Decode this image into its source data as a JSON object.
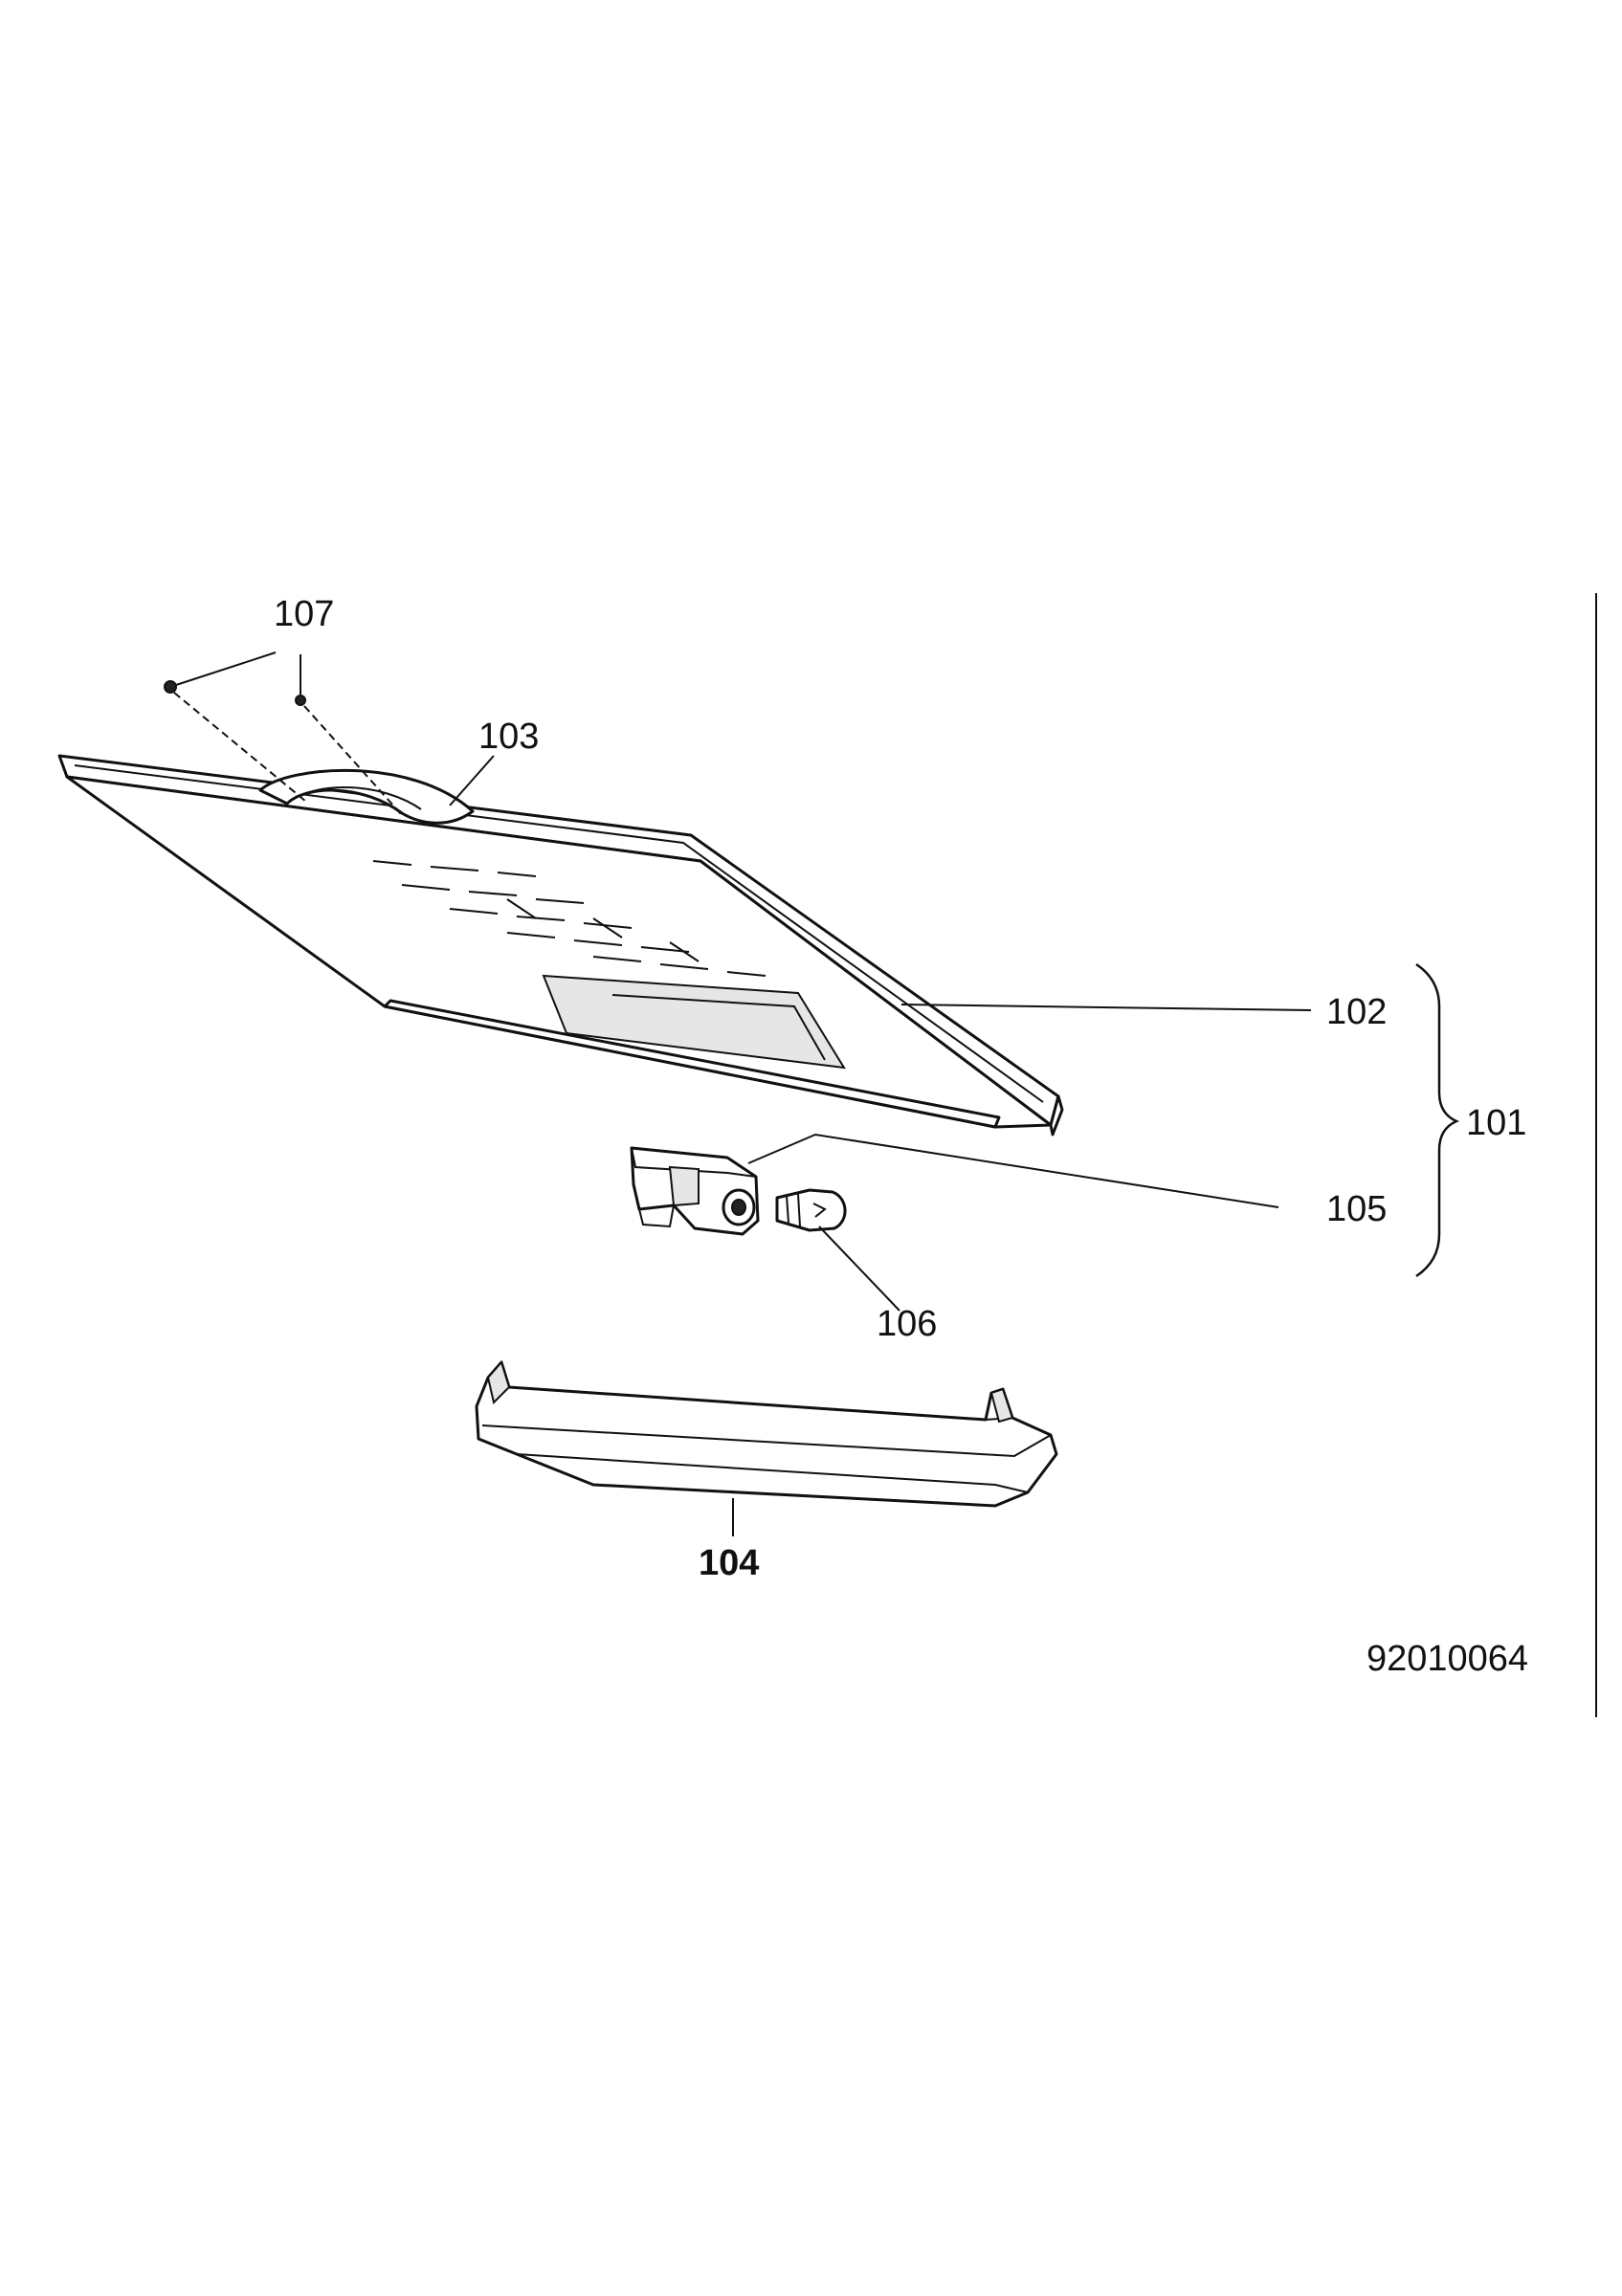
{
  "diagram": {
    "drawing_number": "92010064",
    "callouts": [
      {
        "id": "107",
        "label": "107"
      },
      {
        "id": "103",
        "label": "103"
      },
      {
        "id": "102",
        "label": "102"
      },
      {
        "id": "101",
        "label": "101"
      },
      {
        "id": "105",
        "label": "105"
      },
      {
        "id": "106",
        "label": "106"
      },
      {
        "id": "104",
        "label": "104"
      }
    ]
  }
}
